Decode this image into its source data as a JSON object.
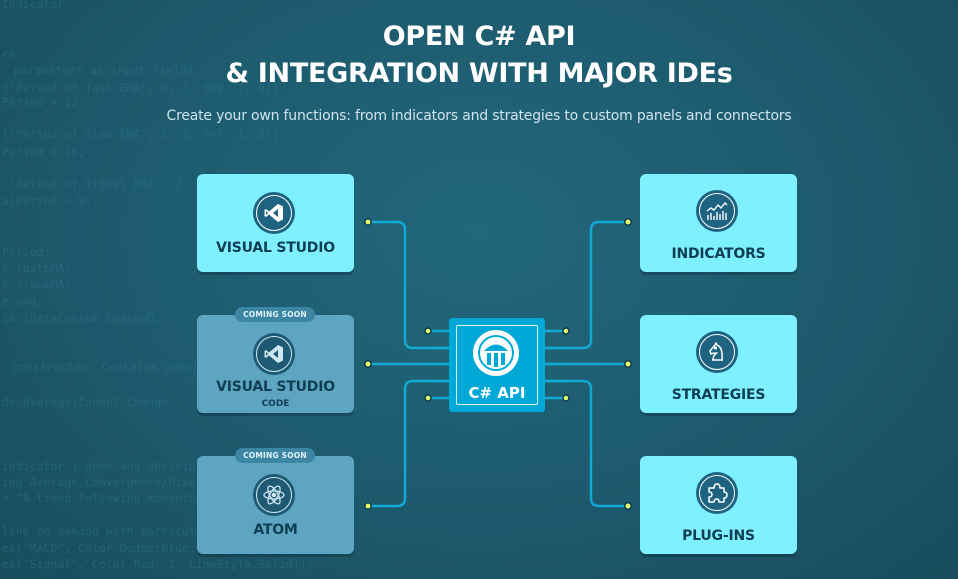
{
  "header": {
    "title_line1": "OPEN C# API",
    "title_line2": "& INTEGRATION WITH MAJOR IDEs",
    "subtitle": "Create your own functions: from indicators and strategies to custom panels and connectors"
  },
  "center_chip": {
    "label": "C# API",
    "icon": "atas-logo-icon"
  },
  "left_cards": [
    {
      "label": "VISUAL STUDIO",
      "sublabel": "",
      "badge": "",
      "icon": "visual-studio-icon",
      "enabled": true
    },
    {
      "label": "VISUAL STUDIO",
      "sublabel": "CODE",
      "badge": "COMING SOON",
      "icon": "vscode-icon",
      "enabled": false
    },
    {
      "label": "ATOM",
      "sublabel": "",
      "badge": "COMING SOON",
      "icon": "atom-icon",
      "enabled": false
    }
  ],
  "right_cards": [
    {
      "label": "INDICATORS",
      "icon": "chart-icon"
    },
    {
      "label": "STRATEGIES",
      "icon": "chess-knight-icon"
    },
    {
      "label": "PLUG-INS",
      "icon": "puzzle-icon"
    }
  ],
  "background_code": [
    "Indicator",
    "rs",
    "parameters as input fields",
    "(\"Period of fast EMA\", 0, 1, 999, 1, 0)]",
    "Period = 12;",
    "(\"Period of slow EMA\", 1, 1, 999, 1, 0)]",
    "Period = 26;",
    "(\"Period of signal EMA\", 2,",
    "alPeriod = 9;",
    "Period;",
    "e fastEMA;",
    "e slowEMA;",
    "e sma;",
    "ca lDataCustom customD;",
    "constructor. Contains general",
    "de.Average)Indent Change",
    "indicator : name and description",
    "ing Average Convergence/Diver",
    "= \"A trend-following momentum",
    "line on demand with particular",
    "es(\"MACD\", Color.DodgerBlue,",
    "es(\"Signal\", Color.Red, 1, LineStyle.Solid));"
  ],
  "colors": {
    "background": "#1e5a6e",
    "card_active": "#7ff0ff",
    "card_disabled": "#5da5c1",
    "chip": "#00a8d8",
    "wire": "#12a9d4",
    "node": "#e9ff6a",
    "label_text": "#0f3e52"
  }
}
